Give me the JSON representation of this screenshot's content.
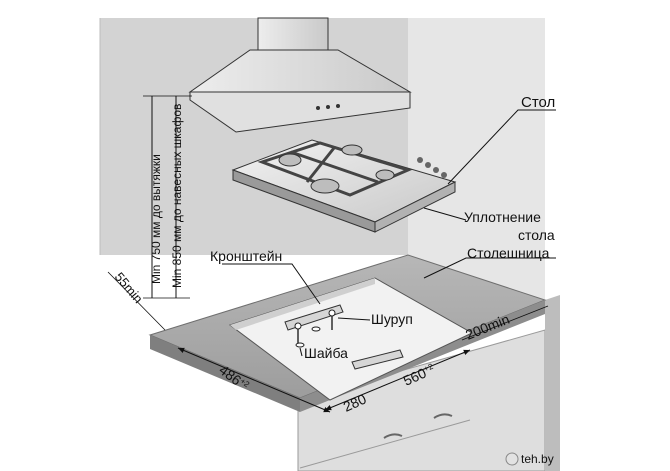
{
  "labels": {
    "stol": "Стол",
    "uplotnenie_1": "Уплотнение",
    "uplotnenie_2": "стола",
    "stoleshnitsa": "Столешница",
    "kronshtein": "Кронштейн",
    "shurup": "Шуруп",
    "shaiba": "Шайба"
  },
  "dimensions": {
    "hood_cabinets": "Min 850 мм до навесных шкафов",
    "hood_extractor": "Min 750 мм до вытяжки",
    "front_margin": "55min",
    "side_margin": "200min",
    "depth_value": "486",
    "depth_tol": "+2",
    "width_value": "560",
    "width_tol": "+2",
    "half_width": "280"
  },
  "watermark": "teh.by",
  "colors": {
    "wall": "#cfcfcf",
    "wall_edge": "#e4e4e4",
    "countertop": "#a9a9a9",
    "countertop_front": "#8f8f8f",
    "cutout": "#f0f0f0",
    "cabinet": "#dcdcdc",
    "hob": "#d9d9d9",
    "grate": "#555555"
  }
}
